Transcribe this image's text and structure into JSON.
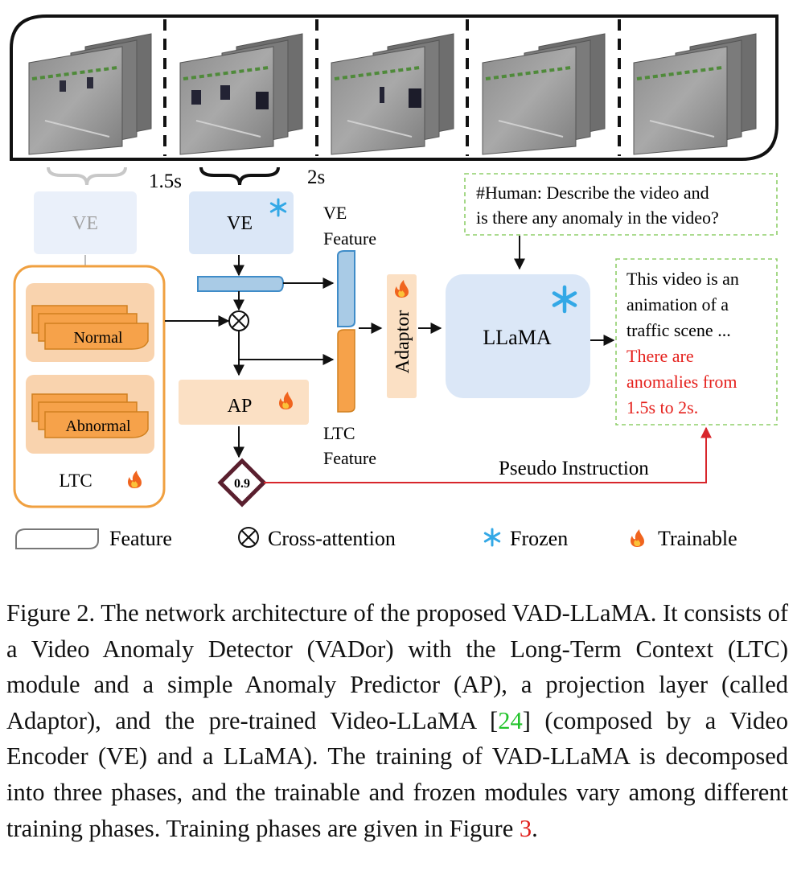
{
  "frames": {
    "count": 5
  },
  "time_labels": {
    "start": "1.5s",
    "end": "2s"
  },
  "modules": {
    "ve_left": "VE",
    "ve_main": "VE",
    "ltc_normal": "Normal",
    "ltc_abnormal": "Abnormal",
    "ltc": "LTC",
    "ap": "AP",
    "adaptor": "Adaptor",
    "llama": "LLaMA"
  },
  "features": {
    "ve_line1": "VE",
    "ve_line2": "Feature",
    "ltc_line1": "LTC",
    "ltc_line2": "Feature"
  },
  "score": "0.9",
  "pseudo_instruction": "Pseudo Instruction",
  "human_prompt": {
    "line1": "#Human: Describe the video and",
    "line2": "is there any anomaly in the video?"
  },
  "response": {
    "line1": "This video is an",
    "line2": "animation of a",
    "line3": "traffic scene ...",
    "line4": "There are",
    "line5": "anomalies from",
    "line6": "1.5s to 2s."
  },
  "legend": {
    "feature": "Feature",
    "cross_attention": "Cross-attention",
    "frozen": "Frozen",
    "trainable": "Trainable"
  },
  "caption": {
    "p1": "Figure 2. The network architecture of the proposed VAD-LLaMA. It consists of a Video Anomaly Detector (VADor) with the Long-Term Context (LTC) module and a simple Anomaly Predictor (AP), a projection layer (called Adaptor), and the pre-trained Video-LLaMA [",
    "ref1": "24",
    "p2": "] (composed by a Video Encoder (VE) and a LLaMA). The training of VAD-LLaMA is decomposed into three phases, and the trainable and frozen modules vary among different training phases. Training phases are given in Figure ",
    "ref2": "3",
    "p3": "."
  },
  "colors": {
    "ve_fill": "#dbe7f7",
    "ve_fill_faded": "#eaf0fa",
    "llama_fill": "#dbe7f7",
    "ltc_border": "#f0a040",
    "ltc_inner": "#f9d3ae",
    "orange_block": "#f6a24a",
    "ap_fill": "#fbe0c4",
    "red_arrow": "#d8262c",
    "snow_blue": "#33a8e6",
    "dashed_green": "#8fcf6a",
    "diamond": "#5a1f2e",
    "response_red": "#e5201c"
  }
}
